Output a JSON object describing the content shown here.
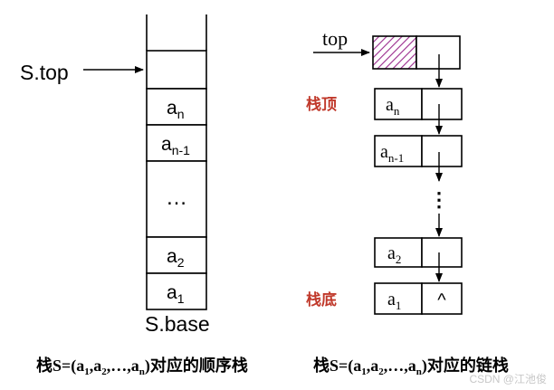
{
  "sequential_stack": {
    "top_pointer_label": "S.top",
    "cells": [
      {
        "main": "",
        "sub": ""
      },
      {
        "main": "",
        "sub": ""
      },
      {
        "main": "a",
        "sub": "n"
      },
      {
        "main": "a",
        "sub": "n-1"
      },
      {
        "main": "…",
        "sub": ""
      },
      {
        "main": "a",
        "sub": "2"
      },
      {
        "main": "a",
        "sub": "1"
      }
    ],
    "base_label": "S.base",
    "caption": {
      "prefix": "栈S=(a",
      "s1": "1",
      "c1": ",a",
      "s2": "2",
      "c2": ",…,a",
      "s3": "n",
      "suffix": ")对应的顺序栈"
    }
  },
  "linked_stack": {
    "top_label": "top",
    "top_label_side": "栈顶",
    "bottom_label_side": "栈底",
    "nodes": [
      {
        "main": "a",
        "sub": "n"
      },
      {
        "main": "a",
        "sub": "n-1"
      },
      {
        "main": "a",
        "sub": "2"
      },
      {
        "main": "a",
        "sub": "1"
      }
    ],
    "null_symbol": "^",
    "ellipsis": "⋮",
    "caption": {
      "prefix": "栈S=(a",
      "s1": "1",
      "c1": ",a",
      "s2": "2",
      "c2": ",…,a",
      "s3": "n",
      "suffix": ")对应的链栈"
    }
  },
  "watermark": "CSDN @江池俊",
  "colors": {
    "ink": "#000000",
    "side_label": "#c0392b",
    "hatch": "#9b2d8e"
  }
}
